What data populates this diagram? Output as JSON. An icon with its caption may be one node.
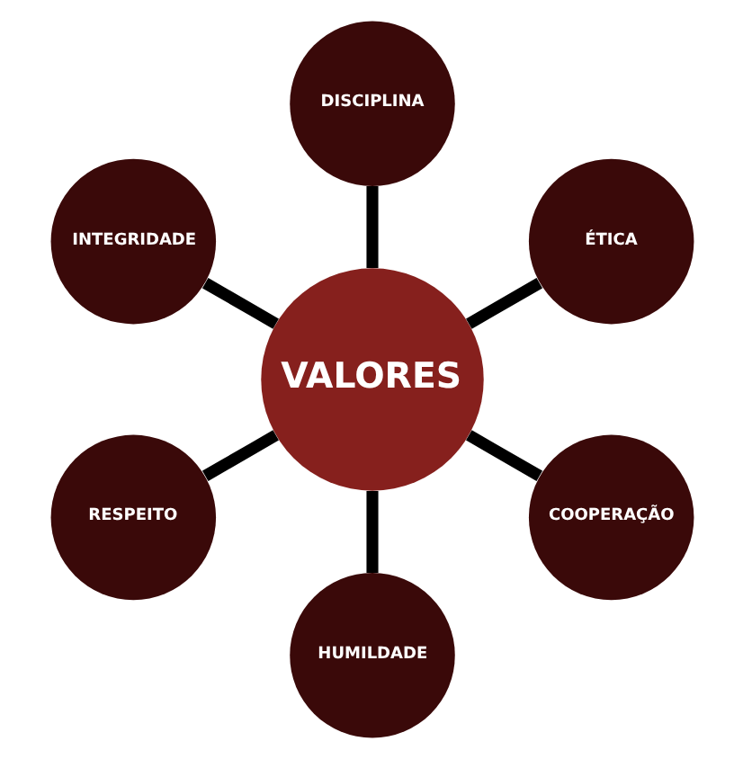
{
  "diagram": {
    "nodes": [
      {
        "text": [
          "VALORES"
        ]
      },
      {
        "text": [
          "ÉTICA"
        ]
      },
      {
        "text": [
          "DISCIPLINA"
        ]
      },
      {
        "text": [
          "INTEGRIDADE"
        ]
      },
      {
        "text": [
          "RESPEITO"
        ]
      },
      {
        "text": [
          "HUMILDADE"
        ]
      },
      {
        "text": [
          "COOPERAÇÃO"
        ]
      }
    ],
    "edges": [
      {
        "from": 0,
        "to": 1,
        "arrow": "none"
      },
      {
        "from": 0,
        "to": 3,
        "arrow": "none"
      },
      {
        "from": 0,
        "to": 5,
        "arrow": "none"
      },
      {
        "from": 0,
        "to": 6,
        "arrow": "none"
      },
      {
        "from": 0,
        "to": 4,
        "arrow": "none"
      },
      {
        "from": 0,
        "to": 2,
        "arrow": "none"
      }
    ]
  }
}
